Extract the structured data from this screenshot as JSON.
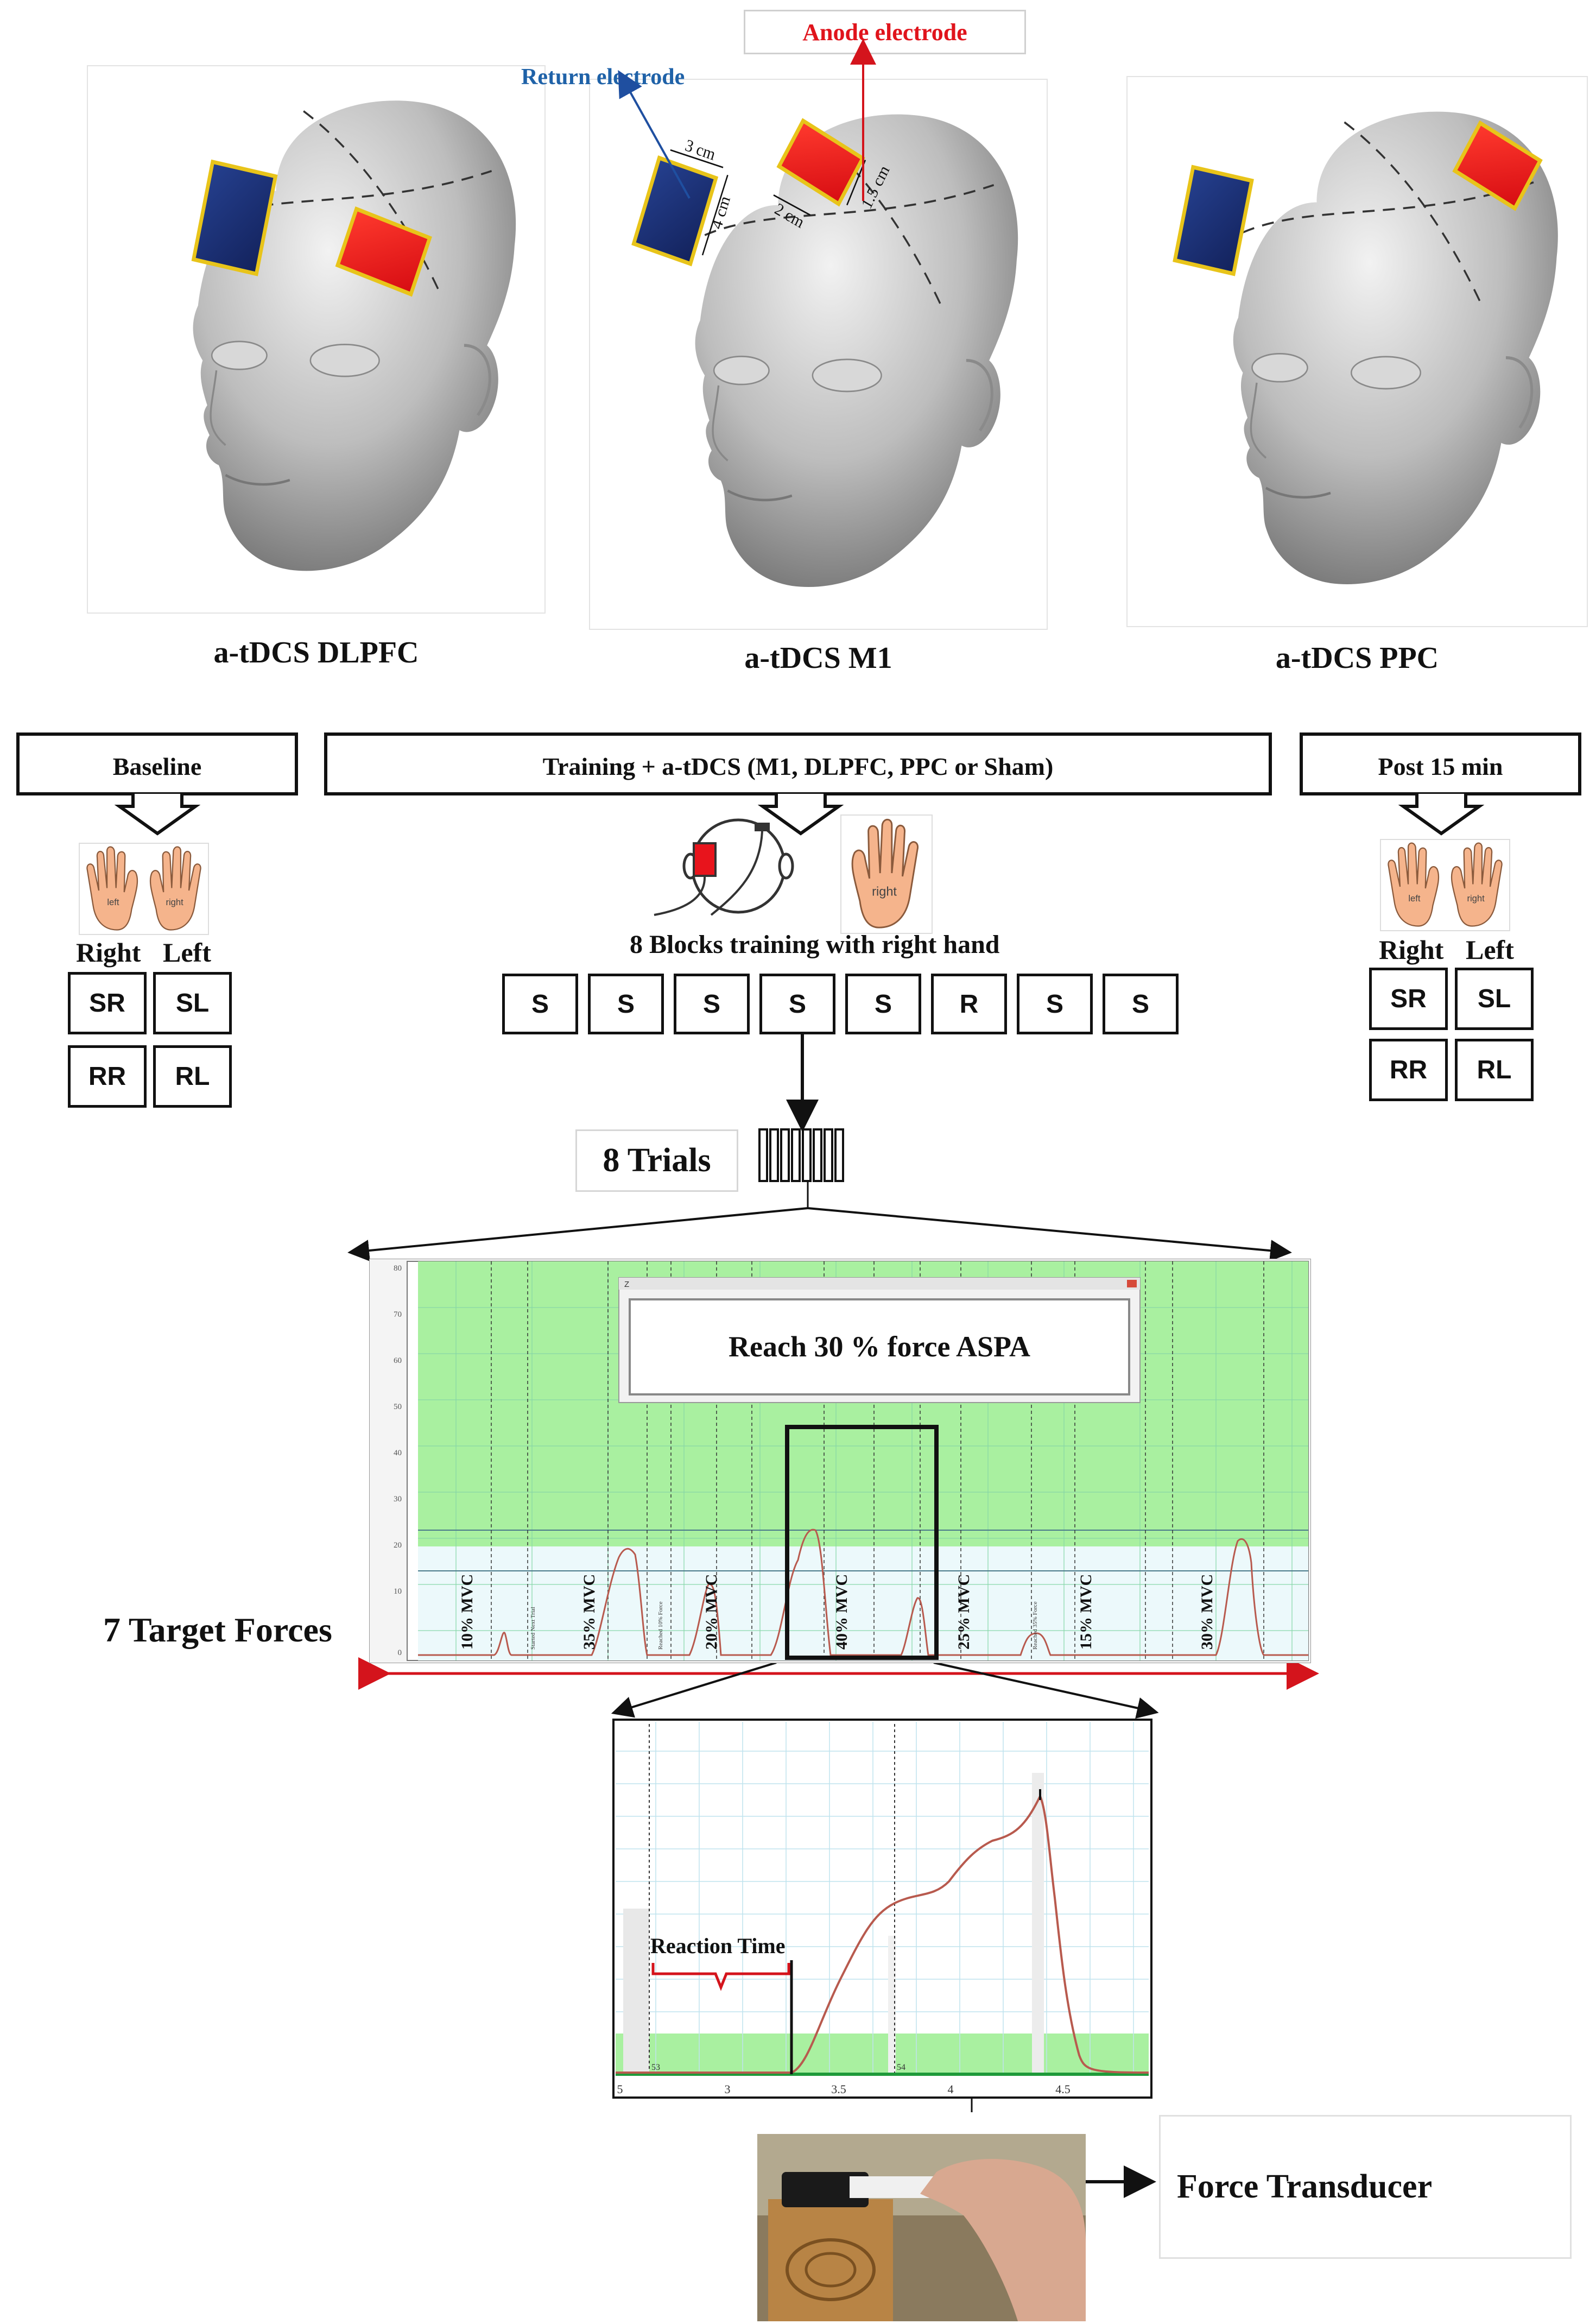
{
  "heads": {
    "left_caption": "a-tDCS DLPFC",
    "center_caption": "a-tDCS M1",
    "right_caption": "a-tDCS PPC",
    "anode_label": "Anode electrode",
    "return_label": "Return electrode",
    "dim_return_w": "3 cm",
    "dim_return_h": "4 cm",
    "dim_anode_w": "2 cm",
    "dim_anode_h": "1.5 cm"
  },
  "phases": {
    "baseline": "Baseline",
    "training": "Training + a-tDCS (M1, DLPFC, PPC or Sham)",
    "post": "Post 15 min"
  },
  "hands": {
    "left": "left",
    "right": "right",
    "col_right": "Right",
    "col_left": "Left"
  },
  "conditions": [
    "SR",
    "SL",
    "RR",
    "RL"
  ],
  "training_caption": "8 Blocks training with right hand",
  "blocks": [
    "S",
    "S",
    "S",
    "S",
    "S",
    "R",
    "S",
    "S"
  ],
  "trials_label": "8 Trials",
  "target_forces_label": "7 Target Forces",
  "force_chart": {
    "dialog_title": "Reach 30 % force ASPA",
    "dialog_icon": "Z",
    "y_ticks": [
      "80",
      "70",
      "60",
      "50",
      "40",
      "30",
      "20",
      "10",
      "0"
    ],
    "trial_labels": [
      "10% MVC",
      "35% MVC",
      "20% MVC",
      "40% MVC",
      "25% MVC",
      "15% MVC",
      "30% MVC"
    ],
    "marker_texts": [
      "Started Next Trial",
      "Reached 10% Force",
      "Reached 35% Force"
    ]
  },
  "zoom_chart": {
    "x_ticks": [
      "5",
      "3",
      "3.5",
      "4",
      "4.5"
    ],
    "markers": [
      "53",
      "54"
    ],
    "reaction_label": "Reaction Time"
  },
  "transducer_label": "Force Transducer",
  "colors": {
    "anode": "#e8141c",
    "return": "#1a2d78",
    "arrow_red": "#d4141c",
    "arrow_blue": "#1f4fa0",
    "green_zone": "#a9f0a0",
    "light_zone": "#ecf9fb",
    "trace": "#b85a4e",
    "skin": "#f5b48c"
  }
}
